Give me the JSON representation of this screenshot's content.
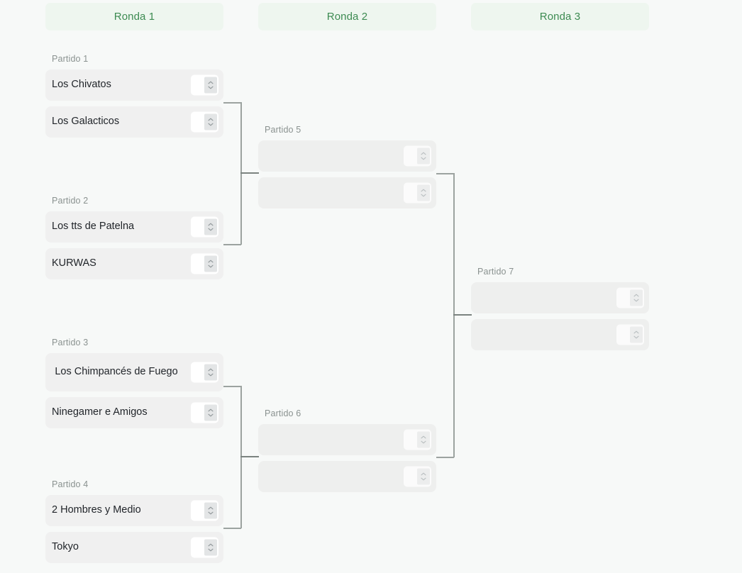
{
  "rounds": [
    {
      "label": "Ronda 1"
    },
    {
      "label": "Ronda 2"
    },
    {
      "label": "Ronda 3"
    }
  ],
  "matches": {
    "m1": {
      "label": "Partido 1",
      "teams": [
        "Los Chivatos",
        "Los Galacticos"
      ],
      "scores": [
        "",
        ""
      ]
    },
    "m2": {
      "label": "Partido 2",
      "teams": [
        "Los tts de Patelna",
        "KURWAS"
      ],
      "scores": [
        "",
        ""
      ]
    },
    "m3": {
      "label": "Partido 3",
      "teams": [
        "Los Chimpancés de Fuego",
        "Ninegamer e Amigos"
      ],
      "scores": [
        "",
        ""
      ]
    },
    "m4": {
      "label": "Partido 4",
      "teams": [
        "2 Hombres y Medio",
        "Tokyo"
      ],
      "scores": [
        "",
        ""
      ]
    },
    "m5": {
      "label": "Partido 5",
      "teams": [
        "",
        ""
      ],
      "scores": [
        "",
        ""
      ]
    },
    "m6": {
      "label": "Partido 6",
      "teams": [
        "",
        ""
      ],
      "scores": [
        "",
        ""
      ]
    },
    "m7": {
      "label": "Partido 7",
      "teams": [
        "",
        ""
      ],
      "scores": [
        "",
        ""
      ]
    }
  },
  "icons": {
    "spinner": "number-stepper-icon"
  },
  "colors": {
    "page_background": "#f7f9f8",
    "round_header_background": "#eef6ef",
    "round_header_text": "#3d8b52",
    "slot_background": "#f0f0f0",
    "slot_background_empty": "#eeefee",
    "label_text": "#8a9290",
    "team_text": "#1f2328",
    "connector_line": "#9ca3a0"
  }
}
